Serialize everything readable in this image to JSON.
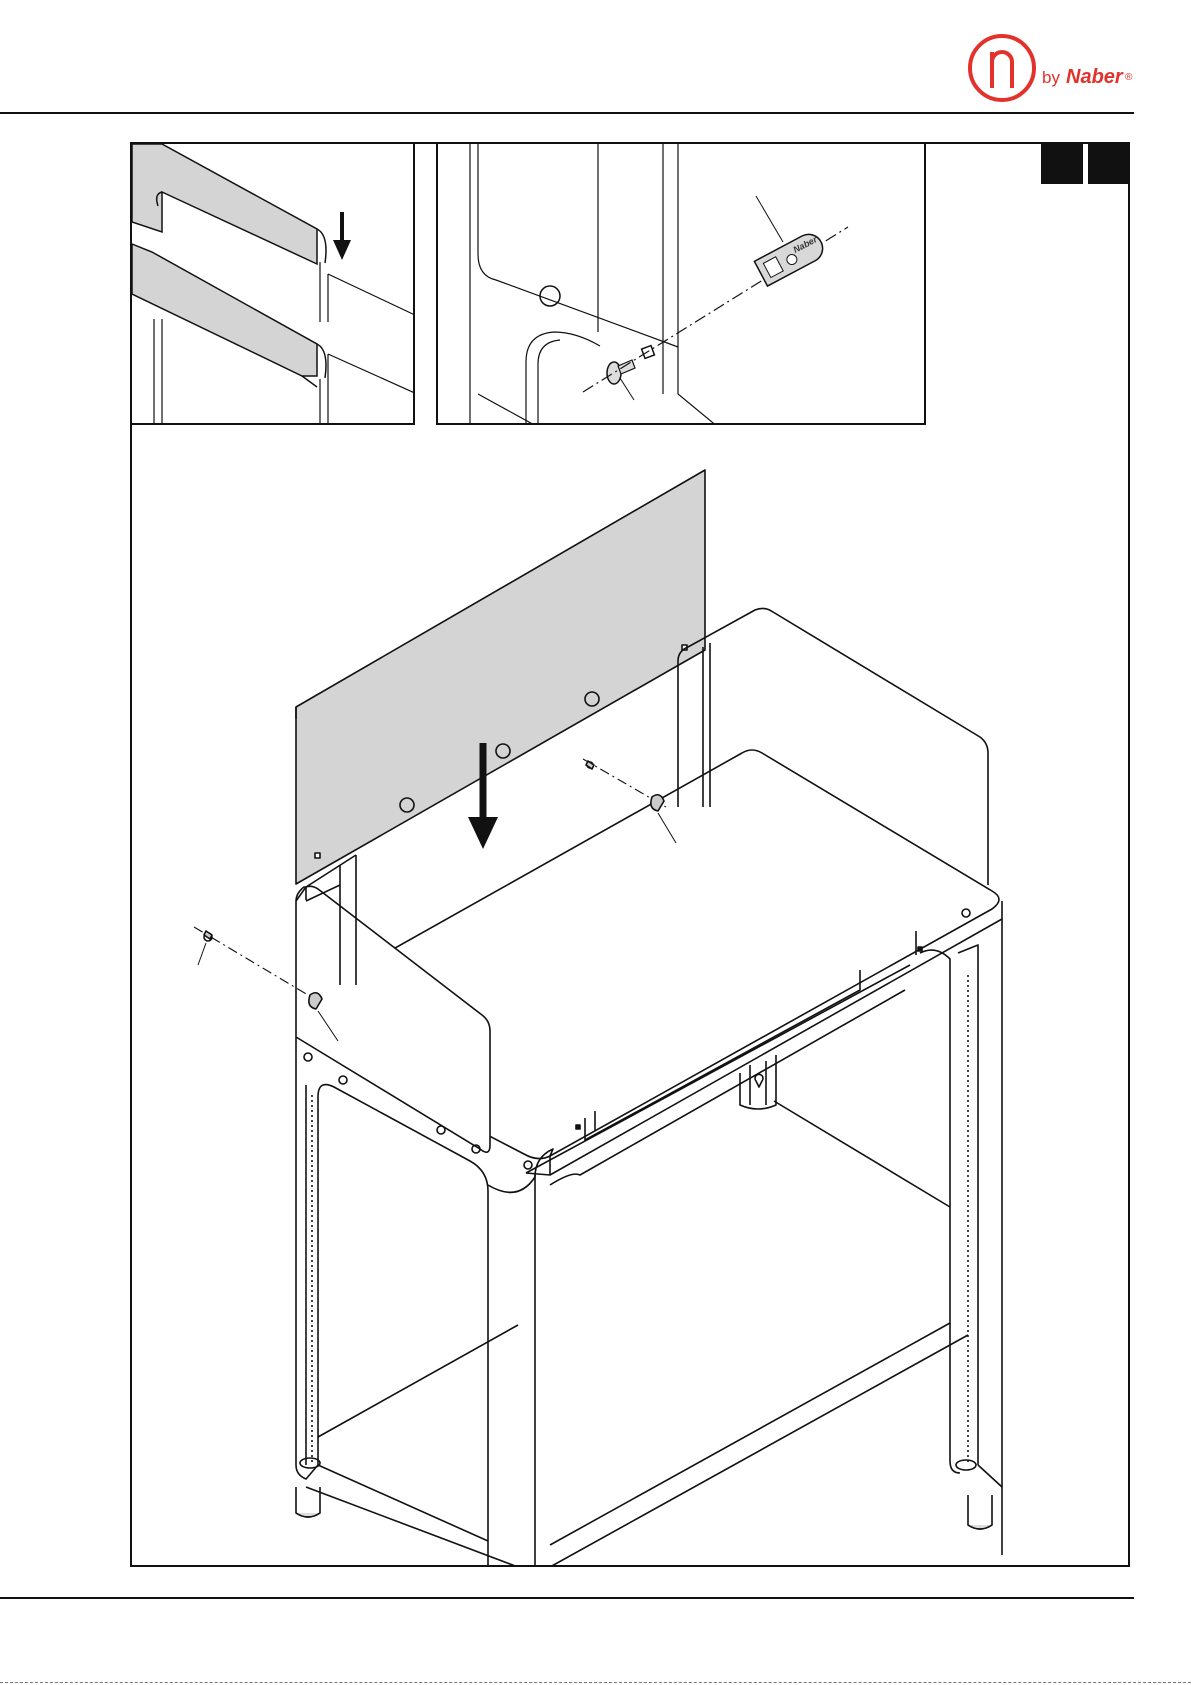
{
  "brand": {
    "prefix": "by",
    "name": "Naber",
    "registered_mark": "®",
    "logo_icon": "n-circle-logo-icon",
    "color": "#e2322b"
  },
  "screw_label": "Naber",
  "step_boxes": [
    {
      "label": ""
    },
    {
      "label": ""
    }
  ],
  "colors": {
    "line": "#111111",
    "panel_fill": "#d4d4d4",
    "bracket_fill": "#c8c8c8"
  }
}
